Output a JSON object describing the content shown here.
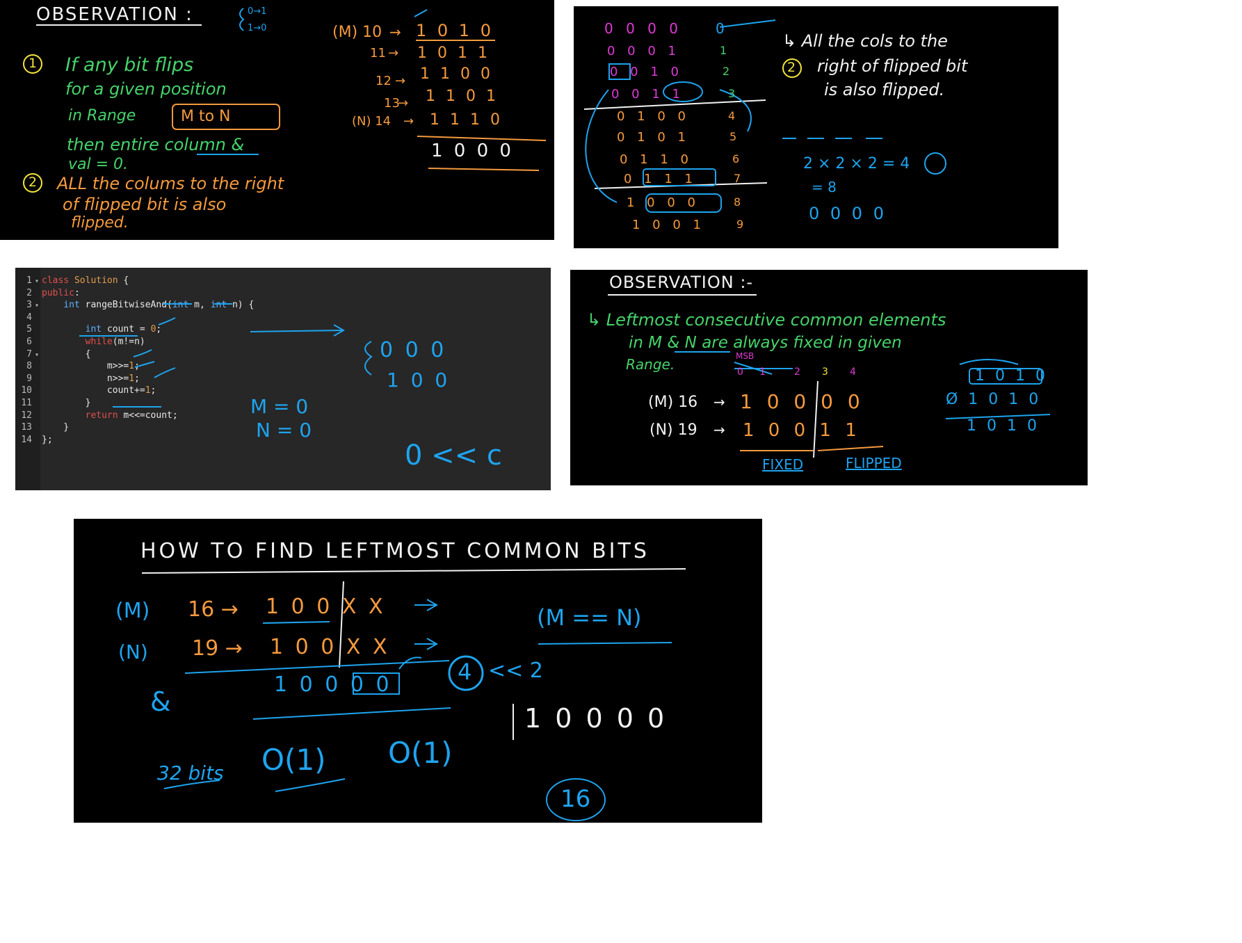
{
  "panel1": {
    "title": "OBSERVATION :",
    "brace_top": "0→1",
    "brace_bottom": "1→0",
    "obs1_marker": "1",
    "obs1_lines": [
      "If any bit flips",
      "for a given position",
      "in Range",
      "then entire column &",
      "val = 0."
    ],
    "range_box": "M to N",
    "obs2_marker": "2",
    "obs2_lines": [
      "ALL the colums to the right",
      "of flipped bit is also",
      "flipped."
    ],
    "table_rows": [
      {
        "label": "(M) 10",
        "bits": "1 0 1 0"
      },
      {
        "label": "11",
        "bits": "1 0 1 1"
      },
      {
        "label": "12",
        "bits": "1 1 0 0"
      },
      {
        "label": "13",
        "bits": "1 1 0 1"
      },
      {
        "label": "(N) 14",
        "bits": "1 1 1 0"
      }
    ],
    "result": "1 0 0 0"
  },
  "panel2": {
    "rows": [
      {
        "bits": "0 0 0 0",
        "n": "0"
      },
      {
        "bits": "0 0 0 1",
        "n": "1"
      },
      {
        "bits": "0 0 1 0",
        "n": "2"
      },
      {
        "bits": "0 0 1 1",
        "n": "3"
      },
      {
        "bits": "0 1 0 0",
        "n": "4"
      },
      {
        "bits": "0 1 0 1",
        "n": "5"
      },
      {
        "bits": "0 1 1 0",
        "n": "6"
      },
      {
        "bits": "0 1 1 1",
        "n": "7"
      },
      {
        "bits": "1 0 0 0",
        "n": "8"
      },
      {
        "bits": "1 0 0 1",
        "n": "9"
      }
    ],
    "marker": "2",
    "note_lines": [
      "↳ All the cols to the",
      "right of flipped bit",
      "is also flipped."
    ],
    "calc1": "2 × 2 × 2 = 4",
    "calc2": "= 8",
    "calc3": "0 0 0 0"
  },
  "panel3": {
    "code_lines": [
      {
        "n": "1",
        "fold": "▾",
        "parts": [
          [
            "kw",
            "class "
          ],
          [
            "cls",
            "Solution"
          ],
          [
            "tx",
            " {"
          ]
        ]
      },
      {
        "n": "2",
        "fold": "",
        "parts": [
          [
            "kw",
            "public"
          ],
          [
            "tx",
            ":"
          ]
        ]
      },
      {
        "n": "3",
        "fold": "▾",
        "parts": [
          [
            "tx",
            "    "
          ],
          [
            "ty",
            "int "
          ],
          [
            "tx",
            "rangeBitwiseAnd("
          ],
          [
            "ty",
            "int "
          ],
          [
            "tx",
            "m, "
          ],
          [
            "ty",
            "int "
          ],
          [
            "tx",
            "n) {"
          ]
        ]
      },
      {
        "n": "4",
        "fold": "",
        "parts": []
      },
      {
        "n": "5",
        "fold": "",
        "parts": [
          [
            "tx",
            "        "
          ],
          [
            "ty",
            "int "
          ],
          [
            "tx",
            "count = "
          ],
          [
            "num",
            "0"
          ],
          [
            "tx",
            ";"
          ]
        ]
      },
      {
        "n": "6",
        "fold": "",
        "parts": [
          [
            "tx",
            "        "
          ],
          [
            "kw",
            "while"
          ],
          [
            "tx",
            "(m!=n)"
          ]
        ]
      },
      {
        "n": "7",
        "fold": "▾",
        "parts": [
          [
            "tx",
            "        {"
          ]
        ]
      },
      {
        "n": "8",
        "fold": "",
        "parts": [
          [
            "tx",
            "            m>>="
          ],
          [
            "num",
            "1"
          ],
          [
            "tx",
            ";"
          ]
        ]
      },
      {
        "n": "9",
        "fold": "",
        "parts": [
          [
            "tx",
            "            n>>="
          ],
          [
            "num",
            "1"
          ],
          [
            "tx",
            ";"
          ]
        ]
      },
      {
        "n": "10",
        "fold": "",
        "parts": [
          [
            "tx",
            "            count+="
          ],
          [
            "num",
            "1"
          ],
          [
            "tx",
            ";"
          ]
        ]
      },
      {
        "n": "11",
        "fold": "",
        "parts": [
          [
            "tx",
            "        }"
          ]
        ]
      },
      {
        "n": "12",
        "fold": "",
        "parts": [
          [
            "tx",
            "        "
          ],
          [
            "kw",
            "return "
          ],
          [
            "tx",
            "m<<=count;"
          ]
        ]
      },
      {
        "n": "13",
        "fold": "",
        "parts": [
          [
            "tx",
            "    }"
          ]
        ]
      },
      {
        "n": "14",
        "fold": "",
        "parts": [
          [
            "tx",
            "};"
          ]
        ]
      }
    ],
    "brace_top": "0 0 0",
    "brace_bottom": "1 0 0",
    "m_eq": "M = 0",
    "n_eq": "N = 0",
    "shift": "0 << c"
  },
  "panel4": {
    "title": "OBSERVATION :-",
    "lines": [
      "↳ Leftmost consecutive common elements",
      "in M & N are always fixed in given",
      "Range."
    ],
    "msb": "MSB",
    "idx": [
      "0",
      "1",
      "2",
      "3",
      "4"
    ],
    "m_label": "(M) 16",
    "m_bits": "1 0 0 0 0",
    "n_label": "(N) 19",
    "n_bits": "1 0 0 1 1",
    "fixed": "FIXED",
    "flipped": "FLIPPED",
    "right_top": "1 0 1 0",
    "right_mid": "Ø 1 0 1 0",
    "right_res": "1 0 1 0"
  },
  "panel5": {
    "title": "HOW TO FIND LEFTMOST COMMON BITS",
    "m_label": "(M)",
    "m_val": "16 →",
    "m_bits": "1 0 0 X X",
    "n_label": "(N)",
    "n_val": "19 →",
    "n_bits": "1 0 0 X X",
    "and": "&",
    "res_bits": "1 0 0 0 0",
    "circle": "4",
    "shift": "<< 2",
    "cond": "(M == N)",
    "big": "1 0 0 0 0",
    "sixteen": "16",
    "bits32": "32 bits",
    "o1a": "O(1)",
    "o1b": "O(1)"
  }
}
